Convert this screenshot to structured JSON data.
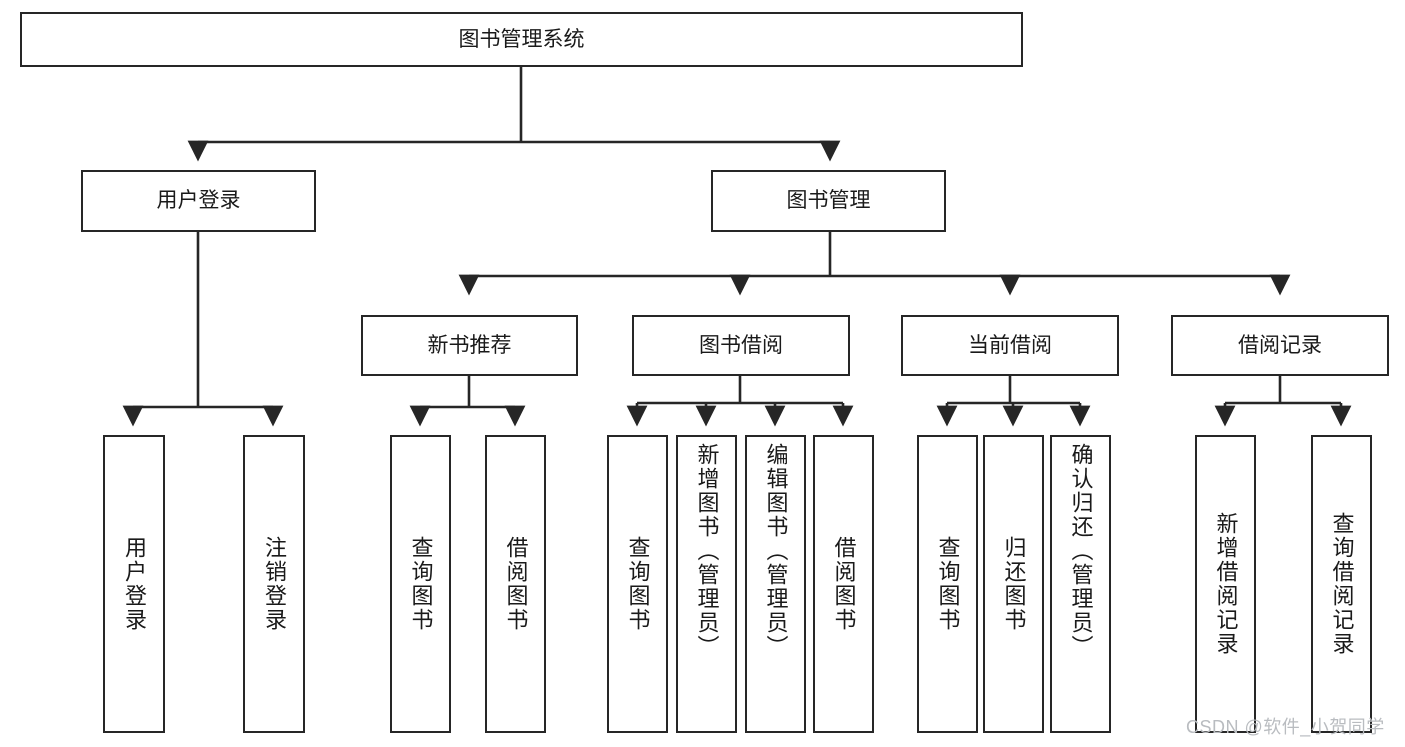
{
  "diagram": {
    "type": "tree",
    "title": "图书管理系统",
    "root": {
      "id": "root",
      "label": "图书管理系统"
    },
    "level1": [
      {
        "id": "user-login",
        "label": "用户登录"
      },
      {
        "id": "book-manage",
        "label": "图书管理"
      }
    ],
    "level2": [
      {
        "id": "new-book-recommend",
        "label": "新书推荐"
      },
      {
        "id": "book-borrow",
        "label": "图书借阅"
      },
      {
        "id": "current-borrow",
        "label": "当前借阅"
      },
      {
        "id": "borrow-record",
        "label": "借阅记录"
      }
    ],
    "leaves": {
      "user_login": [
        {
          "id": "leaf-user-login",
          "label": "用户登录"
        },
        {
          "id": "leaf-logout-login",
          "label": "注销登录"
        }
      ],
      "new_book_recommend": [
        {
          "id": "leaf-query-book-1",
          "label": "查询图书"
        },
        {
          "id": "leaf-borrow-book-1",
          "label": "借阅图书"
        }
      ],
      "book_borrow": [
        {
          "id": "leaf-query-book-2",
          "label": "查询图书"
        },
        {
          "id": "leaf-add-book",
          "label": "新增图书（管理员）"
        },
        {
          "id": "leaf-edit-book",
          "label": "编辑图书（管理员）"
        },
        {
          "id": "leaf-borrow-book-2",
          "label": "借阅图书"
        }
      ],
      "current_borrow": [
        {
          "id": "leaf-query-book-3",
          "label": "查询图书"
        },
        {
          "id": "leaf-return-book",
          "label": "归还图书"
        },
        {
          "id": "leaf-confirm-return",
          "label": "确认归还（管理员）"
        }
      ],
      "borrow_record": [
        {
          "id": "leaf-add-record",
          "label": "新增借阅记录"
        },
        {
          "id": "leaf-query-record",
          "label": "查询借阅记录"
        }
      ]
    }
  },
  "watermark": {
    "text": "CSDN @软件_小贺同学"
  },
  "colors": {
    "stroke": "#262626",
    "background": "#ffffff",
    "text": "#1a1a1a",
    "watermark": "#b9bcc0"
  }
}
